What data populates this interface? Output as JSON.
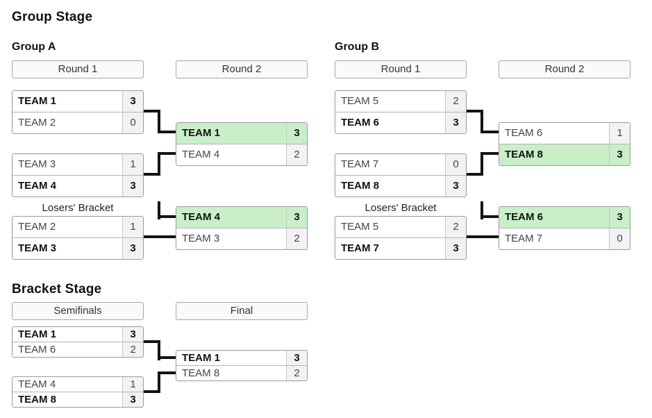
{
  "titles": {
    "group_stage": "Group Stage",
    "bracket_stage": "Bracket Stage"
  },
  "colors": {
    "highlight_green": "#c9efc9",
    "score_cell_bg": "#f2f2f2",
    "box_border": "#9a9a9a",
    "connector": "#141414"
  },
  "group_a": {
    "title": "Group A",
    "round1_label": "Round 1",
    "round2_label": "Round 2",
    "losers_label": "Losers' Bracket",
    "matches": {
      "r1m1": {
        "rows": [
          {
            "name": "TEAM 1",
            "score": "3",
            "winner": true
          },
          {
            "name": "TEAM 2",
            "score": "0",
            "winner": false
          }
        ]
      },
      "r1m2": {
        "rows": [
          {
            "name": "TEAM 3",
            "score": "1",
            "winner": false
          },
          {
            "name": "TEAM 4",
            "score": "3",
            "winner": true
          }
        ]
      },
      "lb": {
        "rows": [
          {
            "name": "TEAM 2",
            "score": "1",
            "winner": false
          },
          {
            "name": "TEAM 3",
            "score": "3",
            "winner": true
          }
        ]
      },
      "r2m1": {
        "rows": [
          {
            "name": "TEAM 1",
            "score": "3",
            "winner": true,
            "highlight": true
          },
          {
            "name": "TEAM 4",
            "score": "2",
            "winner": false
          }
        ]
      },
      "r2m2": {
        "rows": [
          {
            "name": "TEAM 4",
            "score": "3",
            "winner": true,
            "highlight": true
          },
          {
            "name": "TEAM 3",
            "score": "2",
            "winner": false
          }
        ]
      }
    }
  },
  "group_b": {
    "title": "Group B",
    "round1_label": "Round 1",
    "round2_label": "Round 2",
    "losers_label": "Losers' Bracket",
    "matches": {
      "r1m1": {
        "rows": [
          {
            "name": "TEAM 5",
            "score": "2",
            "winner": false
          },
          {
            "name": "TEAM 6",
            "score": "3",
            "winner": true
          }
        ]
      },
      "r1m2": {
        "rows": [
          {
            "name": "TEAM 7",
            "score": "0",
            "winner": false
          },
          {
            "name": "TEAM 8",
            "score": "3",
            "winner": true
          }
        ]
      },
      "lb": {
        "rows": [
          {
            "name": "TEAM 5",
            "score": "2",
            "winner": false
          },
          {
            "name": "TEAM 7",
            "score": "3",
            "winner": true
          }
        ]
      },
      "r2m1": {
        "rows": [
          {
            "name": "TEAM 6",
            "score": "1",
            "winner": false
          },
          {
            "name": "TEAM 8",
            "score": "3",
            "winner": true,
            "highlight": true
          }
        ]
      },
      "r2m2": {
        "rows": [
          {
            "name": "TEAM 6",
            "score": "3",
            "winner": true,
            "highlight": true
          },
          {
            "name": "TEAM 7",
            "score": "0",
            "winner": false
          }
        ]
      }
    }
  },
  "bracket": {
    "semis_label": "Semifinals",
    "final_label": "Final",
    "matches": {
      "sf1": {
        "rows": [
          {
            "name": "TEAM 1",
            "score": "3",
            "winner": true
          },
          {
            "name": "TEAM 6",
            "score": "2",
            "winner": false
          }
        ]
      },
      "sf2": {
        "rows": [
          {
            "name": "TEAM 4",
            "score": "1",
            "winner": false
          },
          {
            "name": "TEAM 8",
            "score": "3",
            "winner": true
          }
        ]
      },
      "final": {
        "rows": [
          {
            "name": "TEAM 1",
            "score": "3",
            "winner": true
          },
          {
            "name": "TEAM 8",
            "score": "2",
            "winner": false
          }
        ]
      }
    }
  }
}
